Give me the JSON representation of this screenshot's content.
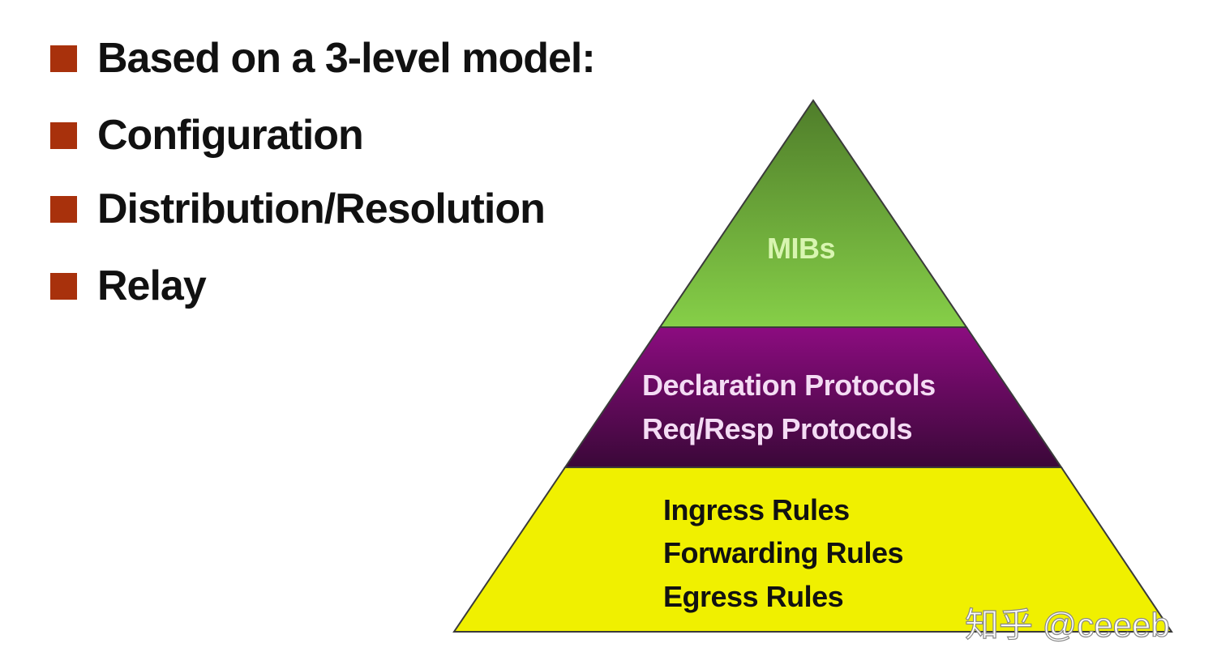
{
  "bullets": [
    {
      "text": "Based on a 3-level model:"
    },
    {
      "text": "Configuration"
    },
    {
      "text": "Distribution/Resolution"
    },
    {
      "text": "Relay"
    }
  ],
  "pyramid": {
    "top": {
      "lines": [
        "MIBs"
      ],
      "color": "#7cc23e"
    },
    "middle": {
      "lines": [
        "Declaration Protocols",
        "Req/Resp Protocols"
      ],
      "color": "#7a0a6e"
    },
    "bottom": {
      "lines": [
        "Ingress Rules",
        "Forwarding Rules",
        "Egress Rules"
      ],
      "color": "#f0f000"
    }
  },
  "bullet_color": "#a8310c",
  "watermark": "知乎 @ceeeb"
}
